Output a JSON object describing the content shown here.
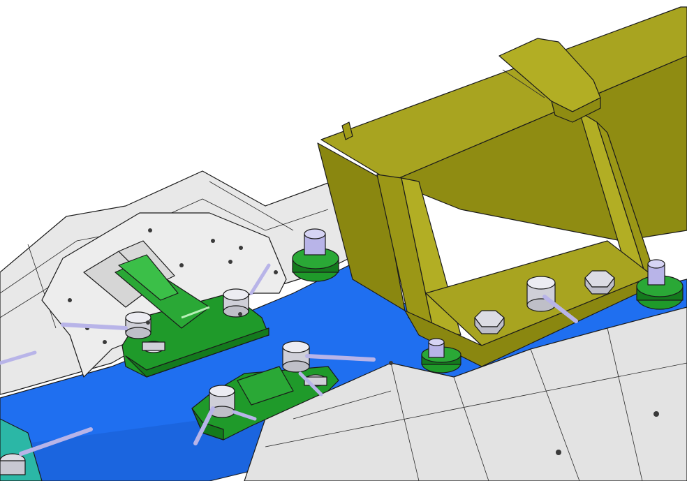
{
  "view": {
    "background": "#ffffff"
  },
  "colors": {
    "plate_blue": "#1f6ff0",
    "plate_blue_dark": "#1552c0",
    "sheet_metal": "#e6e6e6",
    "sheet_metal_shade": "#cfcfcf",
    "bracket_olive": "#8f8c12",
    "bracket_olive_light": "#a8a420",
    "bracket_olive_dark": "#6f6c0a",
    "clamp_green": "#1f9a2a",
    "clamp_green_dark": "#147a1d",
    "teal_block": "#2bb7a6",
    "bolt_silver": "#dcdce4",
    "pin_lavender": "#b8b4e8"
  },
  "icons": [
    "blue-base-plate",
    "sheet-metal-panel",
    "olive-box-bracket",
    "green-toggle-clamp",
    "green-clamp-block",
    "hex-bolt",
    "locating-pin",
    "teal-block"
  ]
}
